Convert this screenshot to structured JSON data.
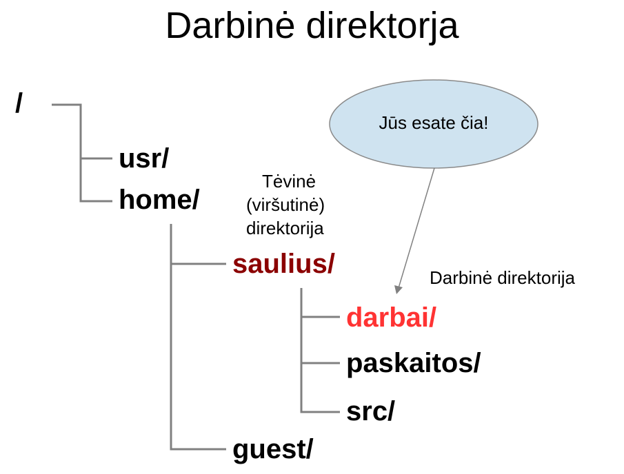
{
  "title": "Darbinė direktorja",
  "tree": {
    "root": "/",
    "usr": "usr/",
    "home": "home/",
    "saulius": "saulius/",
    "darbai": "darbai/",
    "paskaitos": "paskaitos/",
    "src": "src/",
    "guest": "guest/"
  },
  "annotations": {
    "parent_line1": "Tėvinė",
    "parent_line2": "(viršutinė)",
    "parent_line3": "direktorija",
    "working_dir": "Darbinė direktorija",
    "bubble": "Jūs esate čia!"
  },
  "colors": {
    "lines": "#808080",
    "parent": "#8b0000",
    "working": "#ff3333",
    "bubble_fill": "#cfe3f0"
  }
}
